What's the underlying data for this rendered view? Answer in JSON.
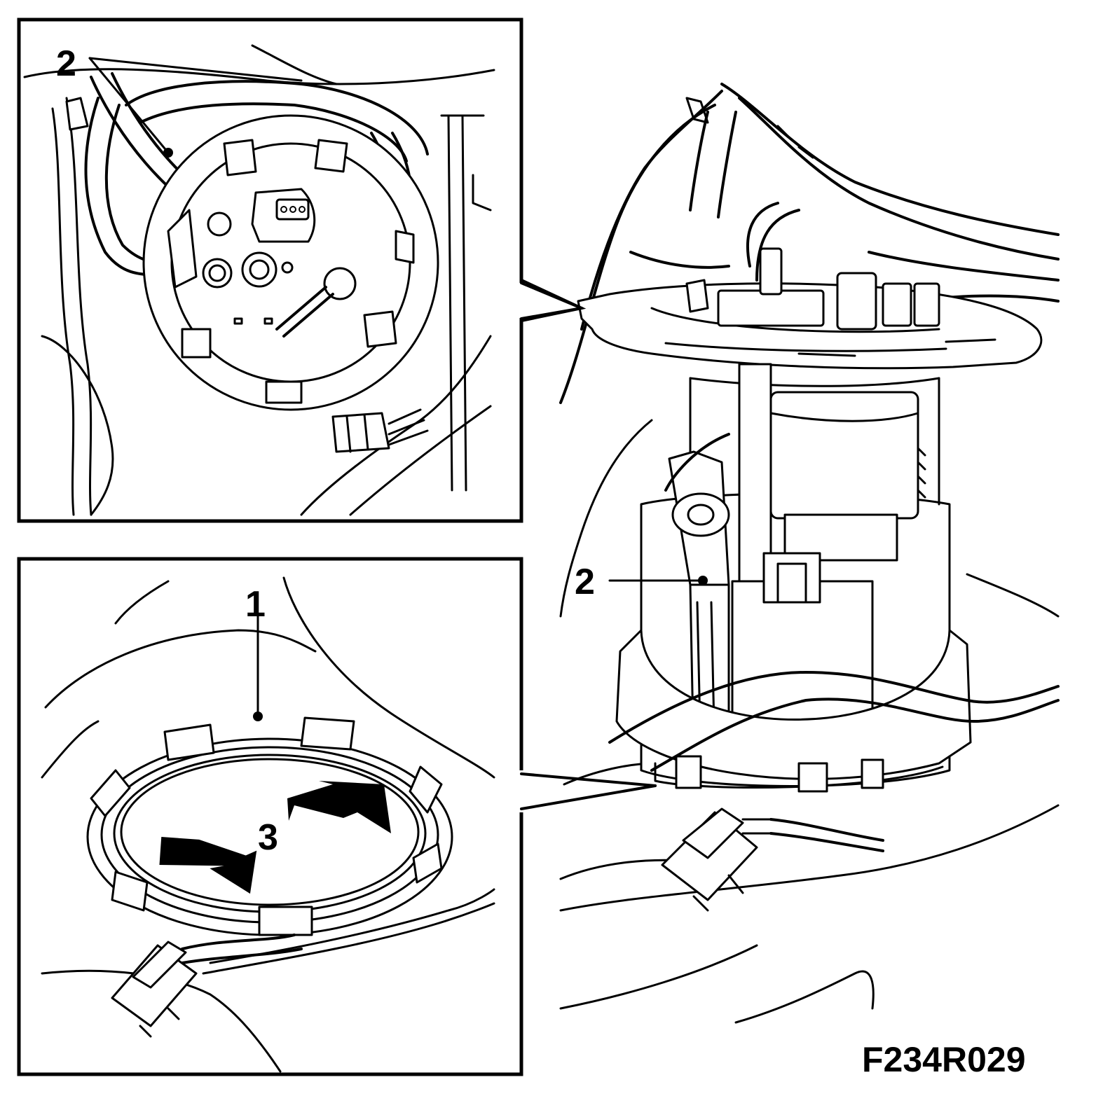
{
  "figure_code": "F234R029",
  "callouts": {
    "c1": "1",
    "c2_inset": "2",
    "c2_main": "2",
    "c3": "3"
  },
  "colors": {
    "ink": "#000000",
    "paper": "#ffffff"
  }
}
